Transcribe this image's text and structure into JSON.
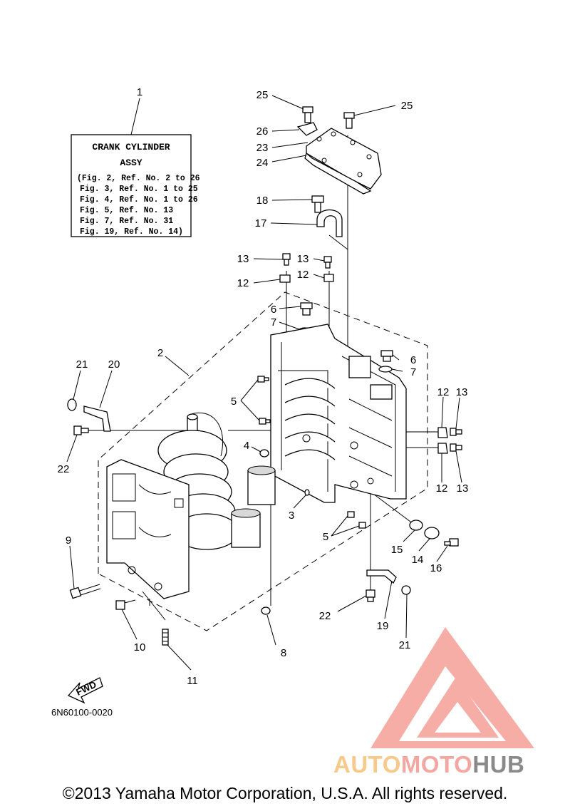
{
  "assembly_box": {
    "title_line1": "CRANK CYLINDER",
    "title_line2": "ASSY",
    "refs": [
      "(Fig. 2, Ref. No. 2 to 26",
      "Fig. 3, Ref. No. 1 to 25",
      "Fig. 4, Ref. No. 1 to 26",
      "Fig. 5, Ref. No. 13",
      "Fig. 7, Ref. No. 31",
      "Fig. 19, Ref. No. 14)"
    ]
  },
  "callouts": {
    "c1": "1",
    "c2": "2",
    "c3": "3",
    "c4": "4",
    "c5a": "5",
    "c5b": "5",
    "c6a": "6",
    "c6b": "6",
    "c7a": "7",
    "c7b": "7",
    "c8": "8",
    "c9": "9",
    "c10": "10",
    "c11": "11",
    "c12a": "12",
    "c12b": "12",
    "c12c": "12",
    "c12d": "12",
    "c13a": "13",
    "c13b": "13",
    "c13c": "13",
    "c13d": "13",
    "c14": "14",
    "c15": "15",
    "c16": "16",
    "c17": "17",
    "c18": "18",
    "c19": "19",
    "c20": "20",
    "c21a": "21",
    "c21b": "21",
    "c22a": "22",
    "c22b": "22",
    "c23": "23",
    "c24": "24",
    "c25a": "25",
    "c25b": "25",
    "c26": "26"
  },
  "fwd_label": "FWD",
  "drawing_code": "6N60100-0020",
  "watermark": {
    "part1": "AUTO",
    "part2": "MOTO",
    "part3": "HUB",
    "colors": [
      "#f7c98a",
      "#f4a7a0",
      "#8a8a8a"
    ]
  },
  "copyright": "©2013 Yamaha Motor Corporation, U.S.A. All rights reserved."
}
